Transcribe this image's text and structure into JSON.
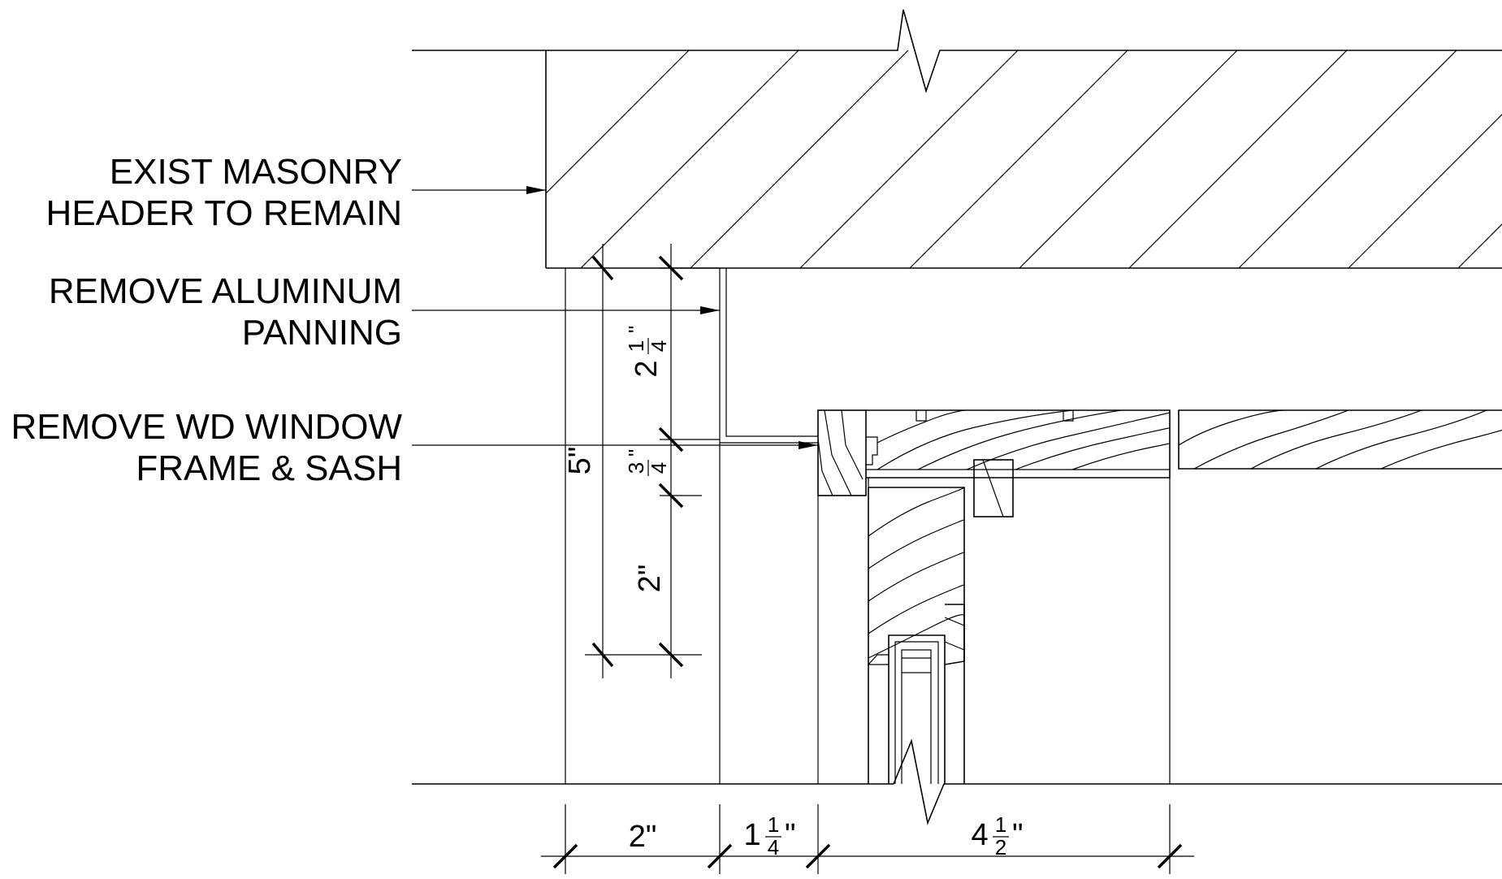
{
  "notes": {
    "masonry_line1": "EXIST MASONRY",
    "masonry_line2": "HEADER TO REMAIN",
    "panning_line1": "REMOVE ALUMINUM",
    "panning_line2": "PANNING",
    "window_line1": "REMOVE WD WINDOW",
    "window_line2": "FRAME & SASH"
  },
  "dimensions": {
    "overall_height": "5\"",
    "top_height_whole": "2",
    "top_height_num": "1",
    "top_height_den": "4",
    "top_height_inch": "\"",
    "mid_height_num": "3",
    "mid_height_den": "4",
    "mid_height_inch": "\"",
    "bottom_height": "2\"",
    "bottom_width_1": "2\"",
    "bottom_width_2_whole": "1",
    "bottom_width_2_num": "1",
    "bottom_width_2_den": "4",
    "bottom_width_2_inch": "\"",
    "bottom_width_3_whole": "4",
    "bottom_width_3_num": "1",
    "bottom_width_3_den": "2",
    "bottom_width_3_inch": "\""
  }
}
